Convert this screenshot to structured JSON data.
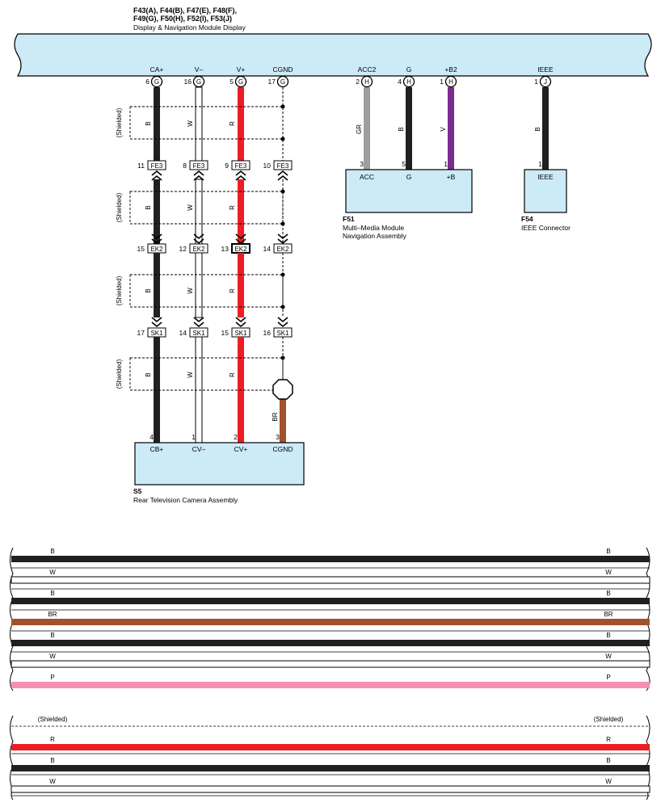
{
  "colors": {
    "connector_fill": "#cdeaf7",
    "B": "#231f20",
    "W": "#ffffff",
    "R": "#ee1c25",
    "GR": "#9e9e9e",
    "V": "#7a2c91",
    "BR": "#a0522d",
    "P": "#f48fb1"
  },
  "display_module": {
    "code_line1": "F43(A), F44(B), F47(E), F48(F),",
    "code_line2": "F49(G), F50(H), F52(I), F53(J)",
    "name": "Display & Navigation Module Display",
    "pins": [
      {
        "label": "CA+",
        "num": "6",
        "letter": "G"
      },
      {
        "label": "V–",
        "num": "16",
        "letter": "G"
      },
      {
        "label": "V+",
        "num": "5",
        "letter": "G"
      },
      {
        "label": "CGND",
        "num": "17",
        "letter": "G"
      },
      {
        "label": "ACC2",
        "num": "2",
        "letter": "H"
      },
      {
        "label": "G",
        "num": "4",
        "letter": "H"
      },
      {
        "label": "+B2",
        "num": "1",
        "letter": "H"
      },
      {
        "label": "IEEE",
        "num": "1",
        "letter": "J"
      }
    ]
  },
  "camera_wires": [
    {
      "color": "B"
    },
    {
      "color": "W"
    },
    {
      "color": "R"
    }
  ],
  "shield_label": "(Shielded)",
  "junction_rows": [
    {
      "code": "FE3",
      "pins": [
        "11",
        "8",
        "9",
        "10"
      ]
    },
    {
      "code": "EK2",
      "pins": [
        "15",
        "12",
        "13",
        "14"
      ]
    },
    {
      "code": "SK1",
      "pins": [
        "17",
        "14",
        "15",
        "16"
      ]
    }
  ],
  "ground_wire": {
    "color": "BR"
  },
  "camera": {
    "code": "S5",
    "name": "Rear Television Camera Assembly",
    "pins": [
      {
        "num": "4",
        "label": "CB+"
      },
      {
        "num": "1",
        "label": "CV–"
      },
      {
        "num": "2",
        "label": "CV+"
      },
      {
        "num": "3",
        "label": "CGND"
      }
    ]
  },
  "nav_wires": [
    {
      "color": "GR",
      "top": "2",
      "bottom": "3"
    },
    {
      "color": "B",
      "top": "4",
      "bottom": "5"
    },
    {
      "color": "V",
      "top": "1",
      "bottom": "1"
    }
  ],
  "multimedia": {
    "code": "F51",
    "name_line1": "Multi–Media Module",
    "name_line2": "Navigation Assembly",
    "pins": [
      "ACC",
      "G",
      "+B"
    ]
  },
  "ieee_wire": {
    "color": "B",
    "top": "1",
    "bottom": "1"
  },
  "ieee_connector": {
    "code": "F54",
    "name": "IEEE Connector",
    "pin": "IEEE"
  },
  "harness1": [
    {
      "color": "B"
    },
    {
      "color": "W"
    },
    {
      "color": "B"
    },
    {
      "color": "BR"
    },
    {
      "color": "B"
    },
    {
      "color": "W"
    },
    {
      "color": "P"
    }
  ],
  "harness2": {
    "shield_left": "(Shielded)",
    "shield_right": "(Shielded)",
    "wires": [
      {
        "color": "R"
      },
      {
        "color": "B"
      },
      {
        "color": "W"
      }
    ]
  }
}
